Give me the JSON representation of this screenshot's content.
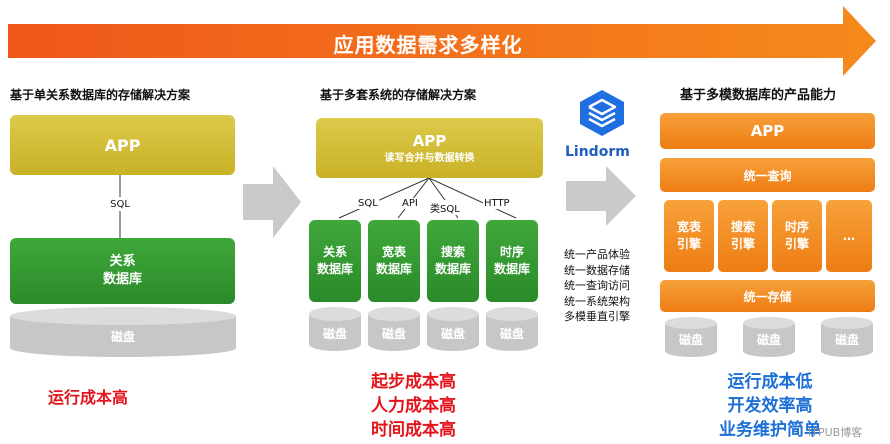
{
  "banner": {
    "title": "应用数据需求多样化"
  },
  "left": {
    "title": "基于单关系数据库的存储解决方案",
    "app": "APP",
    "connector": "SQL",
    "db": [
      "关系",
      "数据库"
    ],
    "disk": "磁盘",
    "cost": [
      "运行成本高"
    ]
  },
  "middle": {
    "title": "基于多套系统的存储解决方案",
    "app": "APP",
    "app_sub": "读写合并与数据转换",
    "connectors": [
      "SQL",
      "API",
      "类SQL",
      "HTTP"
    ],
    "dbs": [
      [
        "关系",
        "数据库"
      ],
      [
        "宽表",
        "数据库"
      ],
      [
        "搜索",
        "数据库"
      ],
      [
        "时序",
        "数据库"
      ]
    ],
    "disk": "磁盘",
    "costs": [
      "起步成本高",
      "人力成本高",
      "时间成本高"
    ]
  },
  "lindorm": {
    "logo_text": "Lindorm",
    "features": [
      "统一产品体验",
      "统一数据存储",
      "统一查询访问",
      "统一系统架构",
      "多模垂直引擎"
    ]
  },
  "right": {
    "title": "基于多模数据库的产品能力",
    "app": "APP",
    "query": "统一查询",
    "engines": [
      [
        "宽表",
        "引擎"
      ],
      [
        "搜索",
        "引擎"
      ],
      [
        "时序",
        "引擎"
      ],
      [
        "…",
        ""
      ]
    ],
    "storage": "统一存储",
    "disk": "磁盘",
    "benefits": [
      "运行成本低",
      "开发效率高",
      "业务维护简单"
    ]
  },
  "watermark": "ITPUB博客",
  "colors": {
    "banner": "#f26a1b",
    "app": "#d4be35",
    "green": "#2f962d",
    "orange": "#f08a20",
    "disk": "#c7c7c7",
    "red": "#e3141b",
    "blue": "#1b6fd6"
  }
}
